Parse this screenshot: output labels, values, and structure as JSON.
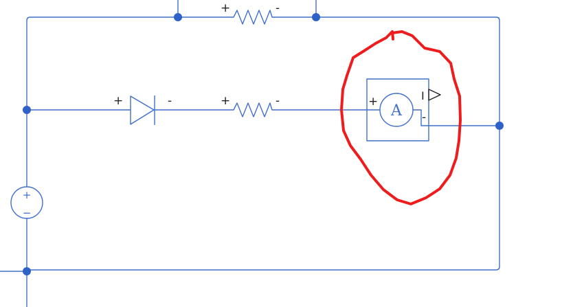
{
  "diagram": {
    "type": "electrical-circuit-schematic",
    "colors": {
      "wire": "#3f6fc9",
      "node": "#2f62c8",
      "label": "#222222",
      "annotation": "#ee1c1c"
    },
    "components": {
      "top_resistor": {
        "plus": "+",
        "minus": "-"
      },
      "diode": {
        "plus": "+",
        "minus": "-"
      },
      "middle_resistor": {
        "plus": "+",
        "minus": "-"
      },
      "ammeter": {
        "plus": "+",
        "minus": "-",
        "symbol": "A",
        "output_port": "I"
      },
      "voltage_source": {
        "plus": "+",
        "minus": "−"
      }
    },
    "annotation": {
      "shape": "freehand-circle",
      "target": "ammeter"
    }
  }
}
